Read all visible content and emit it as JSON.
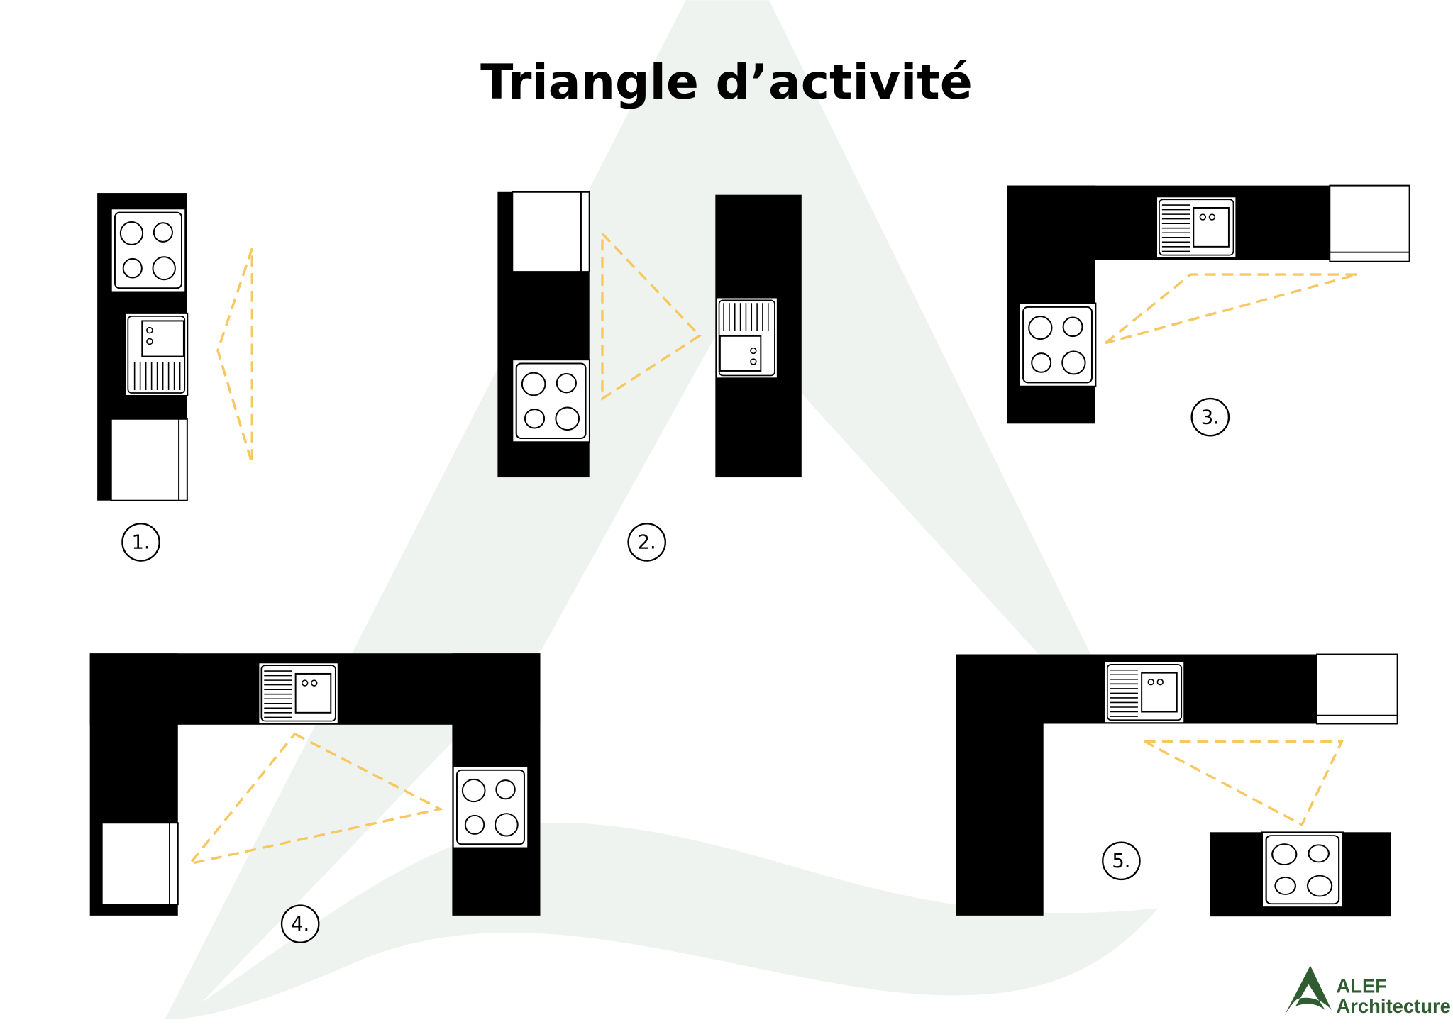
{
  "title": "Triangle d’activité",
  "layouts": [
    {
      "label": "1."
    },
    {
      "label": "2."
    },
    {
      "label": "3."
    },
    {
      "label": "4."
    },
    {
      "label": "5."
    }
  ],
  "logo": {
    "line1": "ALEF",
    "line2": "Architecture",
    "color": "#2f5d31"
  },
  "colors": {
    "triangle": "#f7c860",
    "watermark": "#eef3ef"
  }
}
